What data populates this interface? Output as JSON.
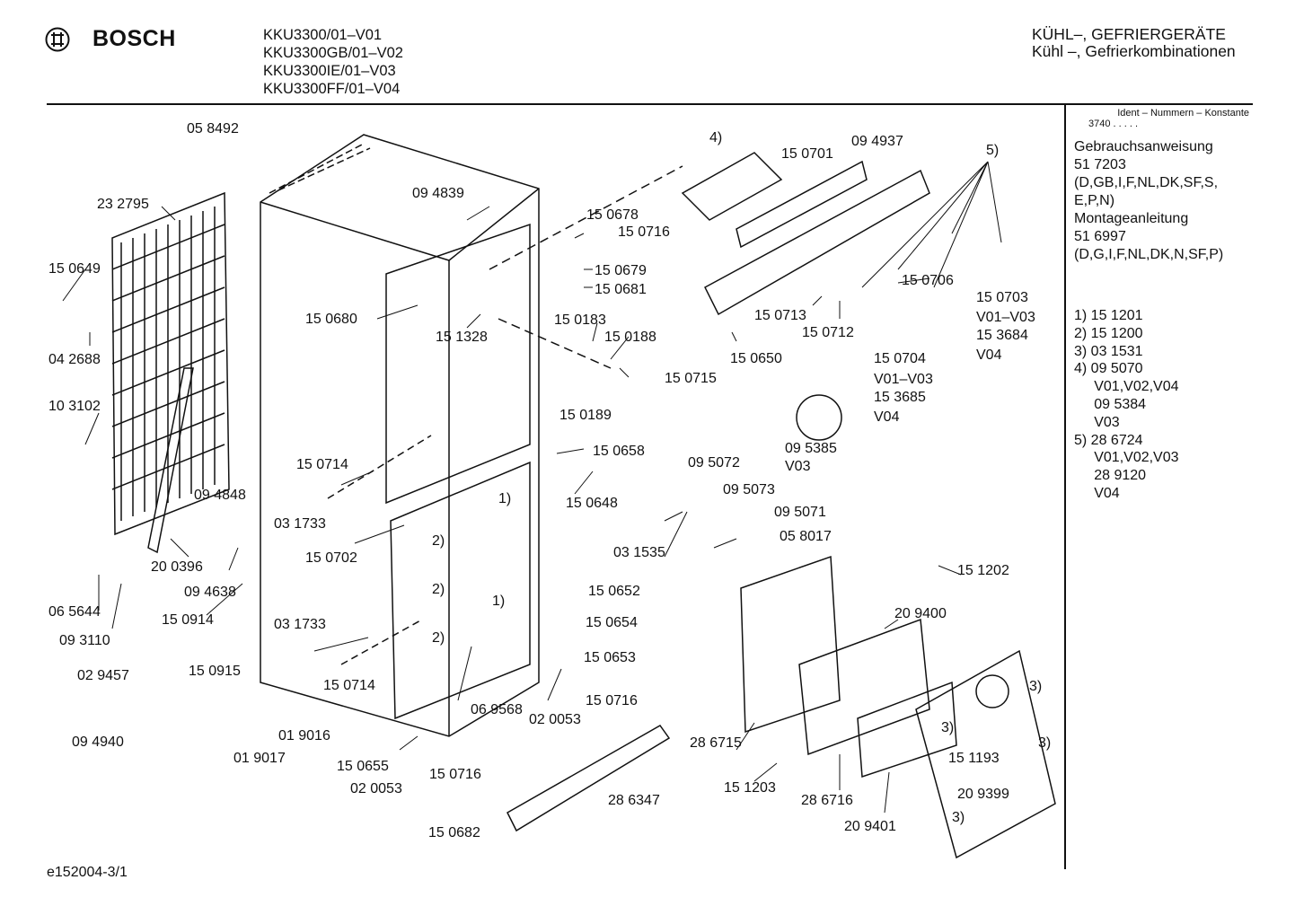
{
  "brand": "BOSCH",
  "models": [
    "KKU3300/01–V01",
    "KKU3300GB/01–V02",
    "KKU3300IE/01–V03",
    "KKU3300FF/01–V04"
  ],
  "category": [
    "KÜHL–, GEFRIERGERÄTE",
    "Kühl –, Gefrierkombinationen"
  ],
  "sidebar": {
    "ident_title": "Ident – Nummern – Konstante",
    "ident_value": "3740 . . . . .",
    "docs": [
      "Gebrauchsanweisung",
      "51 7203",
      "(D,GB,I,F,NL,DK,SF,S,",
      "E,P,N)",
      "Montageanleitung",
      "51 6997",
      "(D,G,I,F,NL,DK,N,SF,P)"
    ],
    "notes": [
      "1)  15 1201",
      "2)  15 1200",
      "3)  03 1531",
      "4)  09 5070",
      "     V01,V02,V04",
      "     09 5384",
      "     V03",
      "5)  28 6724",
      "     V01,V02,V03",
      "     28 9120",
      "     V04"
    ]
  },
  "footer": "e152004-3/1",
  "part_labels": [
    "05 8492",
    "23 2795",
    "15 0649",
    "04 2688",
    "10 3102",
    "09 4848",
    "20 0396",
    "09 4638",
    "15 0914",
    "06 5644",
    "09 3110",
    "02 9457",
    "15 0915",
    "09 4940",
    "01 9017",
    "01 9016",
    "09 4839",
    "15 0680",
    "15 1328",
    "15 0714",
    "03 1733",
    "15 0702",
    "03 1733",
    "15 0714",
    "15 0655",
    "02 0053",
    "15 0716",
    "15 0682",
    "28 6347",
    "06 9568",
    "02 0053",
    "15 0716",
    "15 0653",
    "15 0652",
    "15 0654",
    "15 0678",
    "15 0716",
    "15 0679",
    "15 0681",
    "15 0183",
    "15 0188",
    "15 0189",
    "15 0715",
    "15 0658",
    "15 0648",
    "4)",
    "15 0701",
    "09 4937",
    "5)",
    "15 0706",
    "15 0713",
    "15 0712",
    "15 0650",
    "15 0704",
    "V01–V03",
    "15 3685",
    "V04",
    "15 0703",
    "V01–V03",
    "15 3684",
    "V04",
    "09 5385",
    "V03",
    "09 5072",
    "09 5073",
    "09 5071",
    "03 1535",
    "05 8017",
    "15 1202",
    "20 9400",
    "28 6715",
    "15 1203",
    "28 6716",
    "20 9401",
    "15 1193",
    "20 9399",
    "1)",
    "1)",
    "2)",
    "2)",
    "2)",
    "3)",
    "3)",
    "3)",
    "3)"
  ]
}
